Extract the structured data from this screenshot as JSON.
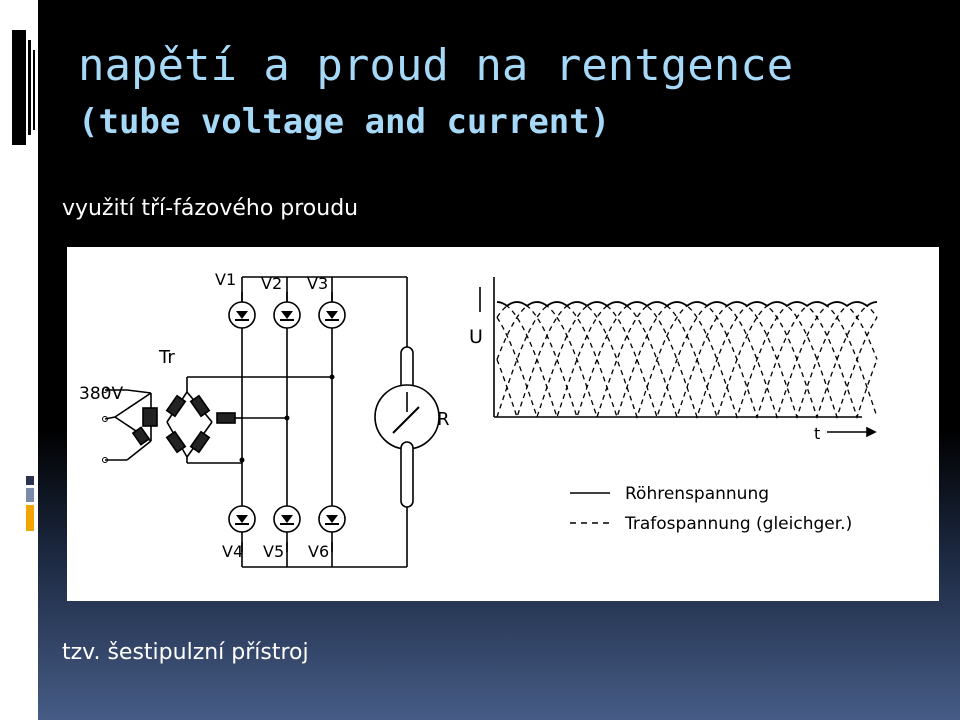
{
  "slide": {
    "title": "napětí a proud na rentgence",
    "subtitle": "(tube voltage and current)",
    "bullet_top": "využití tří-fázového proudu",
    "bullet_bottom": "tzv. šestipulzní přístroj"
  },
  "figure": {
    "circuit": {
      "voltage_label": "380V",
      "transformer_label": "Tr",
      "tube_label": "R",
      "diode_labels_top": [
        "V1",
        "V2",
        "V3"
      ],
      "diode_labels_bottom": [
        "V4",
        "V5",
        "V6"
      ]
    },
    "graph": {
      "y_axis_label": "U",
      "x_axis_label": "t",
      "legend": [
        {
          "style": "solid",
          "text": "Röhrenspannung"
        },
        {
          "style": "dashed",
          "text": "Trafospannung (gleichger.)"
        }
      ]
    }
  },
  "colors": {
    "title": "#a6d8f7",
    "text": "#ffffff",
    "background_top": "#000000",
    "background_bottom": "#465c86"
  }
}
